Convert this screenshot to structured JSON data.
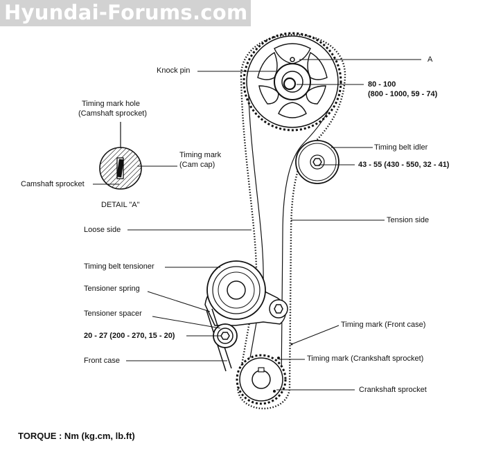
{
  "watermark": "Hyundai-Forums.com",
  "labels": {
    "a": "A",
    "knock_pin": "Knock pin",
    "torque_cam_1": "80 - 100",
    "torque_cam_2": "(800 - 1000, 59 - 74)",
    "timing_mark_hole_1": "Timing mark hole",
    "timing_mark_hole_2": "(Camshaft sprocket)",
    "timing_mark_cam_1": "Timing mark",
    "timing_mark_cam_2": "(Cam cap)",
    "camshaft_sprocket": "Camshaft sprocket",
    "detail_a": "DETAIL \"A\"",
    "timing_belt_idler": "Timing belt idler",
    "torque_idler": "43 - 55 (430 - 550, 32 - 41)",
    "loose_side": "Loose side",
    "tension_side": "Tension side",
    "timing_belt_tensioner": "Timing belt tensioner",
    "tensioner_spring": "Tensioner spring",
    "tensioner_spacer": "Tensioner spacer",
    "torque_tensioner": "20 - 27 (200 - 270, 15 - 20)",
    "front_case": "Front case",
    "timing_mark_front_case": "Timing mark (Front case)",
    "timing_mark_crank": "Timing mark (Crankshaft sprocket)",
    "crankshaft_sprocket": "Crankshaft sprocket"
  },
  "footer": {
    "torque_units": "TORQUE : Nm (kg.cm, lb.ft)"
  }
}
